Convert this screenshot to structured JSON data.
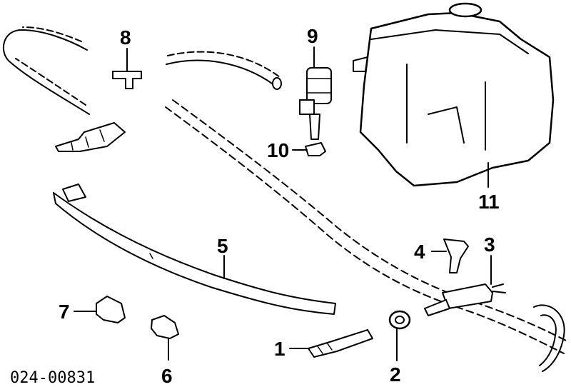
{
  "diagram": {
    "part_code": "024-00831",
    "callouts": [
      {
        "id": "1",
        "part": "washer-nozzle"
      },
      {
        "id": "2",
        "part": "retaining-nut"
      },
      {
        "id": "3",
        "part": "washer-pump"
      },
      {
        "id": "4",
        "part": "pump-bracket"
      },
      {
        "id": "5",
        "part": "washer-hose-line"
      },
      {
        "id": "6",
        "part": "hose-clip"
      },
      {
        "id": "7",
        "part": "hose-clip"
      },
      {
        "id": "8",
        "part": "t-connector"
      },
      {
        "id": "9",
        "part": "washer-pump"
      },
      {
        "id": "10",
        "part": "grommet"
      },
      {
        "id": "11",
        "part": "washer-reservoir"
      }
    ]
  }
}
